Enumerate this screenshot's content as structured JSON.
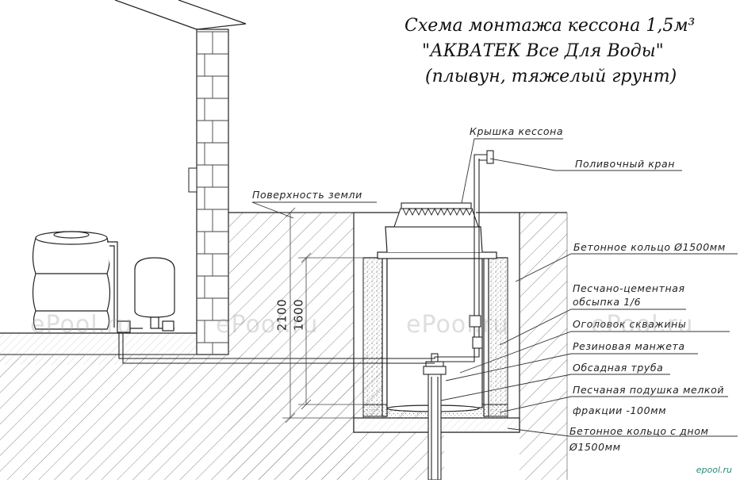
{
  "title": {
    "line1": "Схема монтажа кессона 1,5м³",
    "line2": "\"АКВАТЕК Все Для Воды\"",
    "line3": "(плывун, тяжелый грунт)"
  },
  "labels": {
    "caisson_lid": "Крышка кессона",
    "garden_tap": "Поливочный кран",
    "ground_surface": "Поверхность земли",
    "concrete_ring": "Бетонное кольцо Ø1500мм",
    "sand_cement_line1": "Песчано-цементная",
    "sand_cement_line2": "обсыпка 1/6",
    "well_head": "Оголовок скважины",
    "rubber_cuff": "Резиновая манжета",
    "casing_pipe": "Обсадная труба",
    "sand_cushion_line1": "Песчаная подушка мелкой",
    "sand_cushion_line2": "фракции -100мм",
    "ring_bottom_line1": "Бетонное кольцо с дном",
    "ring_bottom_line2": "Ø1500мм"
  },
  "dimensions": {
    "outer": "2100",
    "inner": "1600"
  },
  "watermarks": [
    "ePool.ru",
    "ePool.ru",
    "ePool.ru",
    "ePool.ru"
  ],
  "brand": "epool.ru",
  "colors": {
    "line": "#222222",
    "hatch": "#8a8a8a",
    "watermark": "#a0a0a0",
    "brand": "#2a8a78"
  }
}
